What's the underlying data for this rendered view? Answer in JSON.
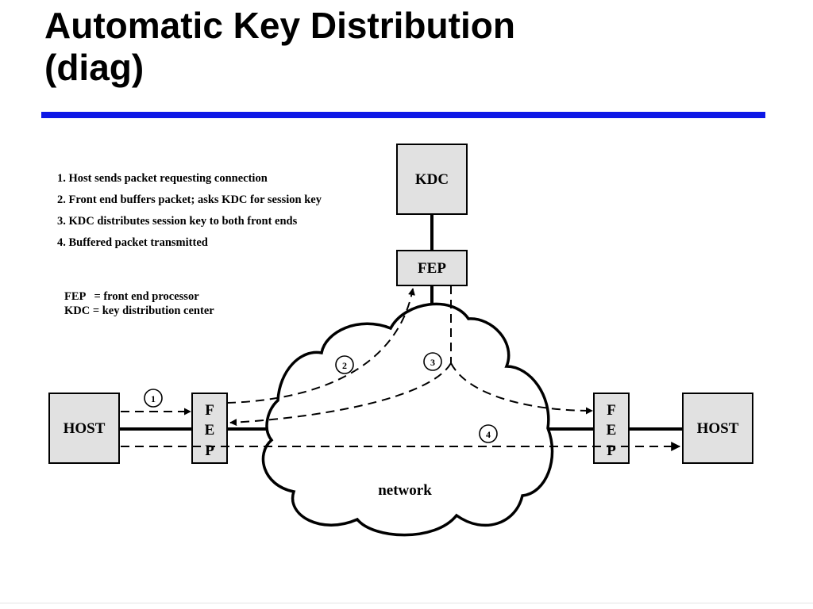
{
  "slide": {
    "title_line1": "Automatic Key Distribution",
    "title_line2": "(diag)",
    "accent_color": "#0d18e6"
  },
  "diagram": {
    "steps": [
      "1. Host sends packet requesting connection",
      "2. Front end buffers packet; asks KDC for session key",
      "3. KDC distributes session key to both front ends",
      "4. Buffered packet transmitted"
    ],
    "legend": [
      "FEP   = front end processor",
      "KDC = key distribution center"
    ],
    "nodes": {
      "kdc": "KDC",
      "fep_top": "FEP",
      "host_left": "HOST",
      "host_right": "HOST",
      "fep_left": [
        "F",
        "E",
        "P"
      ],
      "fep_right": [
        "F",
        "E",
        "P"
      ]
    },
    "network_label": "network",
    "step_markers": [
      "1",
      "2",
      "3",
      "4"
    ]
  }
}
